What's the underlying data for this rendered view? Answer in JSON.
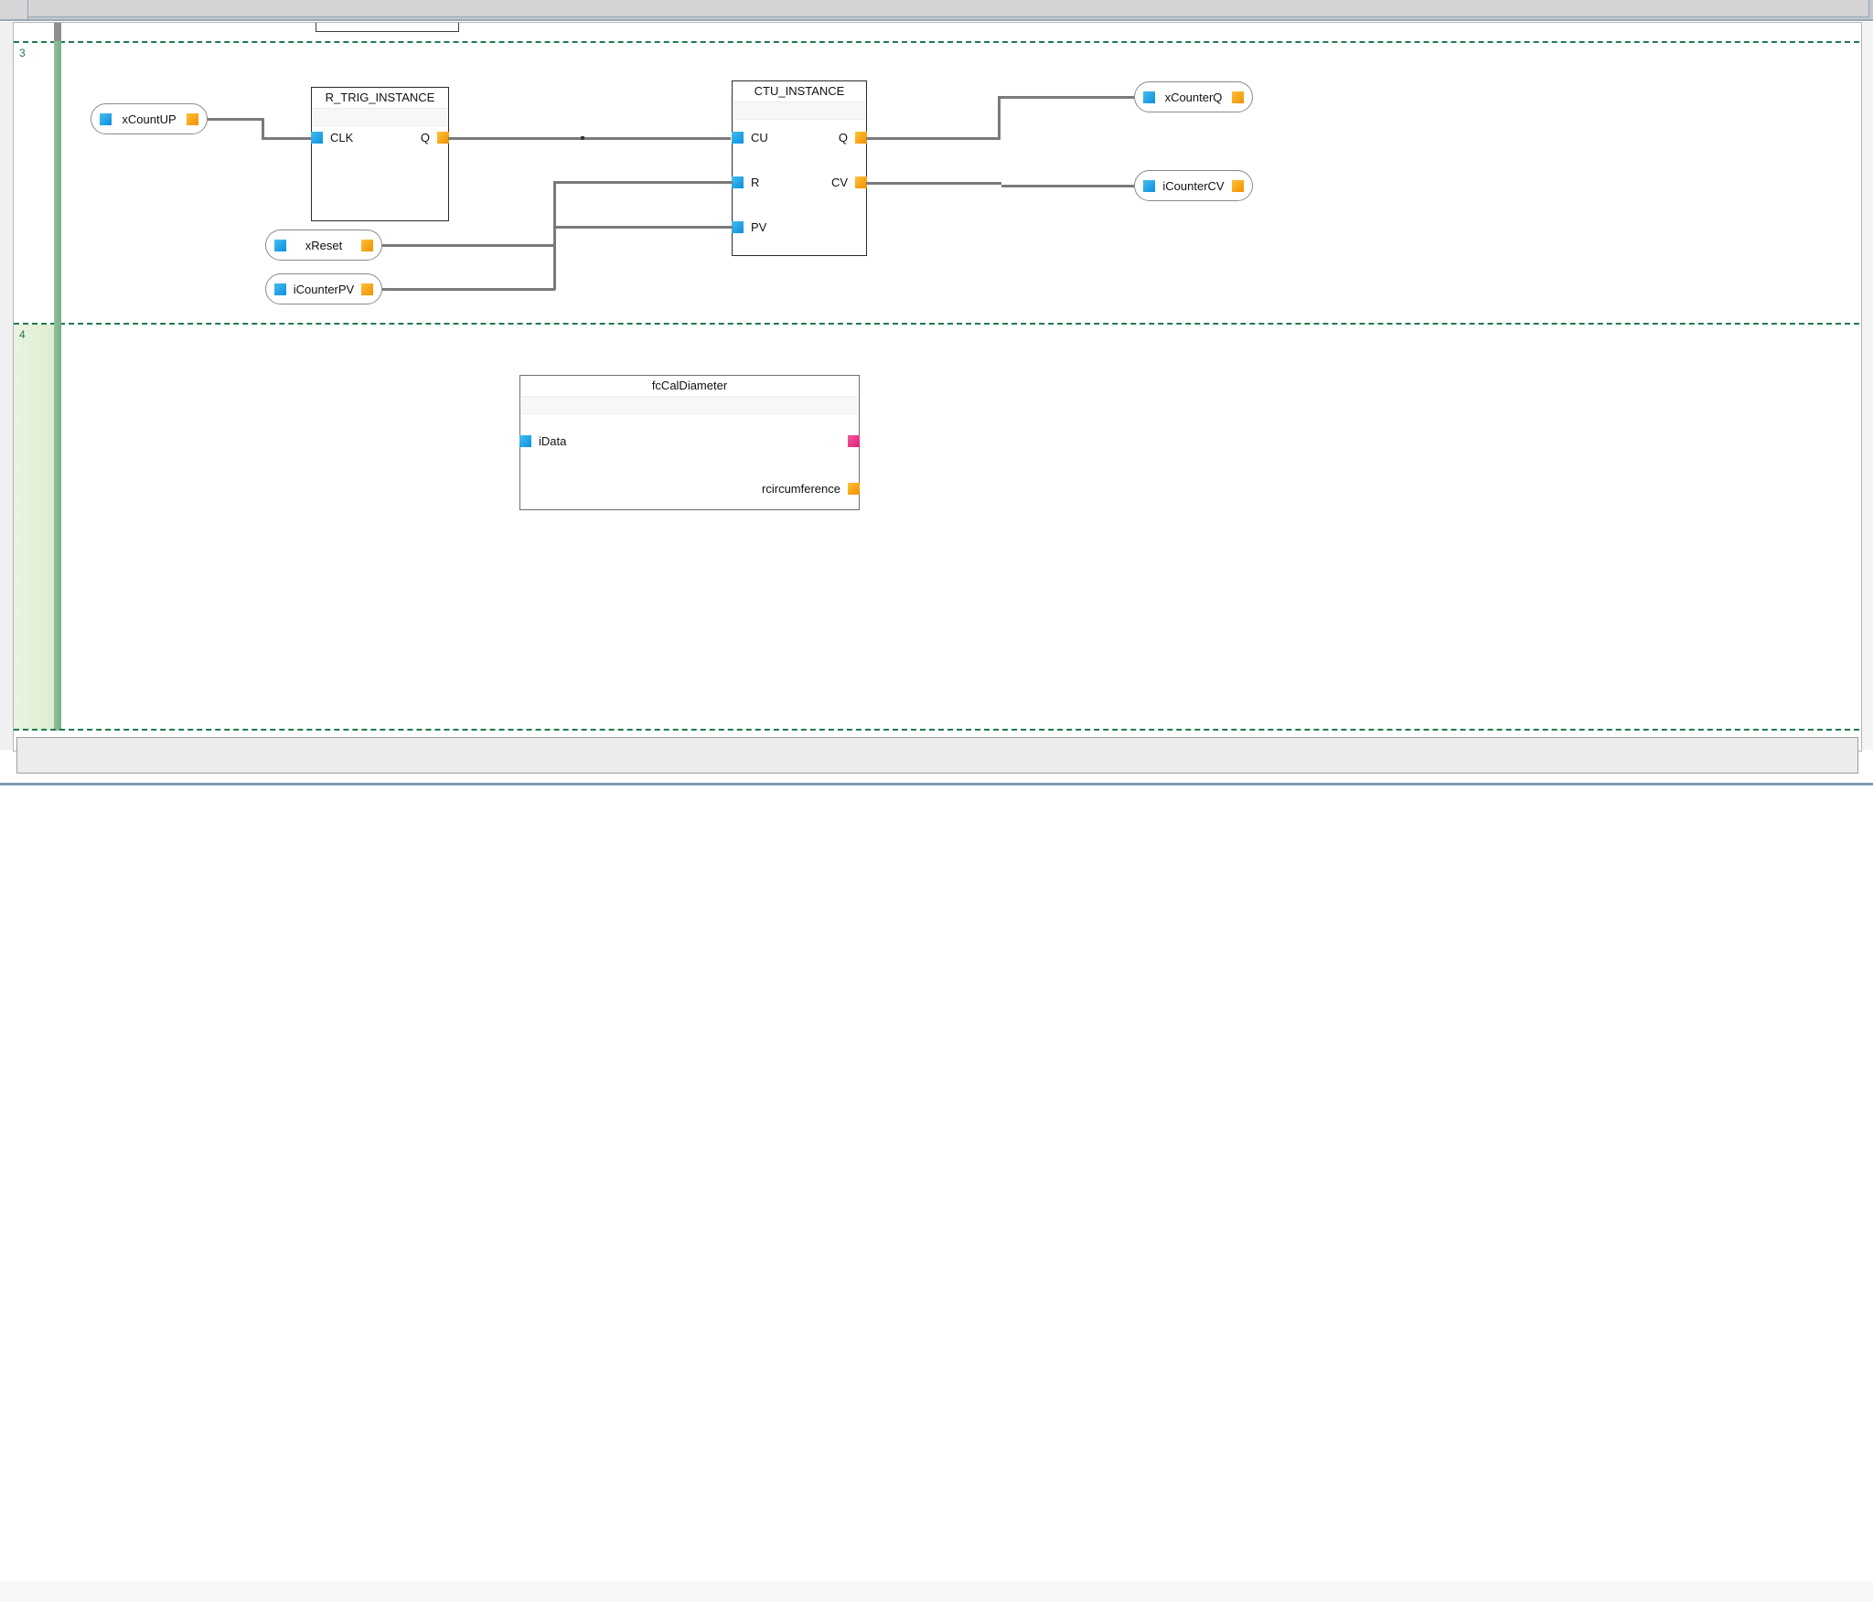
{
  "editor": {
    "type": "function-block-diagram",
    "networks": [
      {
        "number": "3",
        "selected": false,
        "blocks": [
          {
            "name": "R_TRIG_INSTANCE",
            "inputs": [
              {
                "label": "CLK",
                "pin_color": "#0a8fe0"
              }
            ],
            "outputs": [
              {
                "label": "Q",
                "pin_color": "#f08f00"
              }
            ]
          },
          {
            "name": "CTU_INSTANCE",
            "inputs": [
              {
                "label": "CU",
                "pin_color": "#0a8fe0"
              },
              {
                "label": "R",
                "pin_color": "#0a8fe0"
              },
              {
                "label": "PV",
                "pin_color": "#0a8fe0"
              }
            ],
            "outputs": [
              {
                "label": "Q",
                "pin_color": "#f08f00"
              },
              {
                "label": "CV",
                "pin_color": "#f08f00"
              }
            ]
          }
        ],
        "variables": [
          {
            "name": "xCountUP",
            "role": "input"
          },
          {
            "name": "xReset",
            "role": "input"
          },
          {
            "name": "iCounterPV",
            "role": "input"
          },
          {
            "name": "xCounterQ",
            "role": "output"
          },
          {
            "name": "iCounterCV",
            "role": "output"
          }
        ]
      },
      {
        "number": "4",
        "selected": true,
        "blocks": [
          {
            "name": "fcCalDiameter",
            "inputs": [
              {
                "label": "iData",
                "pin_color": "#0a8fe0"
              }
            ],
            "outputs": [
              {
                "label": "",
                "pin_color": "#e01f7a"
              },
              {
                "label": "rcircumference",
                "pin_color": "#f08f00"
              }
            ]
          }
        ],
        "variables": []
      }
    ]
  },
  "colors": {
    "pin_input": "#0a8fe0",
    "pin_output": "#f08f00",
    "pin_return": "#e01f7a",
    "network_separator": "#1f7a4d",
    "network_number": "#1f7a4d",
    "wire": "#7a7a7a",
    "rail": "#8f8f8f",
    "rail_selected": "#7aae87",
    "selection_highlight": "#dcedd0"
  }
}
